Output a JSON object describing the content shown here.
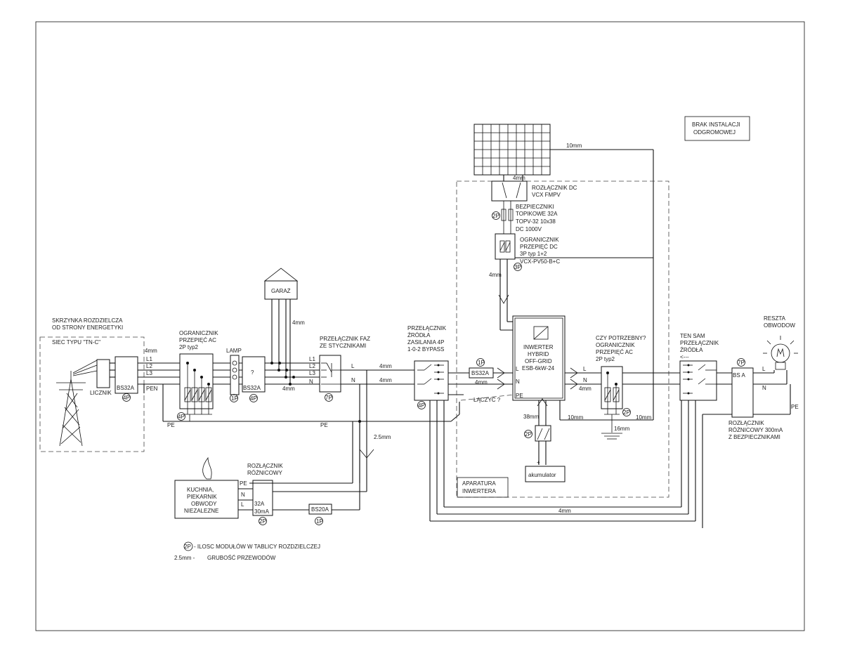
{
  "labels": {
    "skrzynka": [
      "SKRZYNKA ROZDZIELCZA",
      "OD STRONY ENERGETYKI"
    ],
    "siec": "SIEC TYPU \"TN-C\"",
    "licznik": "LICZNIK",
    "bs32a_main": "BS32A",
    "mod_4p_a": "4P",
    "mm4_main": "4mm",
    "l1": "L1",
    "l2": "L2",
    "l3": "L3",
    "pen": "PEN",
    "ogr_ac_main": [
      "OGRANICZNIK",
      "PRZEPIĘĆ  AC",
      "2P typ2"
    ],
    "mod_4p_b": "4P",
    "lamp": "LAMP",
    "mod_1p_a": "1P",
    "unknown_box": "?",
    "bs32a_b": "BS32A",
    "mod_4p_c": "4P",
    "garaz": "GARAŻ",
    "mm4_garaz": "4mm",
    "mm4_bus": "4mm",
    "przel_faz": [
      "PRZEŁĄCZNIK FAZ",
      "ZE STYCZNIKAMI"
    ],
    "sw_l1": "L1",
    "sw_l2": "L2",
    "sw_l3": "L3",
    "sw_n": "N",
    "mod_7p_a": "7P",
    "out_l": "L",
    "out_n": "N",
    "mm4_l": "4mm",
    "mm4_n": "4mm",
    "pe_a": "PE",
    "pe_b": "PE",
    "mm25": "2.5mm",
    "przel_zrodla": [
      "PRZEŁĄCZNIK",
      "ŹRÓDŁA",
      "ZASILANIA 4P",
      "1-0-2 BYPASS"
    ],
    "mod_4p_d": "4P",
    "mod_1p_b": "1P",
    "bs32a_c": "BS32A",
    "mm4_bs": "4mm",
    "laczyc": "ŁĄCZYĆ ?",
    "mm10_top": "10mm",
    "mm4_pv": "4mm",
    "rozl_dc": [
      "ROZŁĄCZNIK DC",
      "VCX FMPV"
    ],
    "mod_2p_a": "2P",
    "bezp": [
      "BEZPIECZNIKI",
      "TOPIKOWE 32A",
      "TOPV-32 10x38",
      "DC 1000V"
    ],
    "ogr_dc": [
      "OGRANICZNIK",
      "PRZEPIĘĆ  DC",
      "3P typ 1+2",
      "VCX-PV50-B+C"
    ],
    "mod_3p": "3P",
    "mm4_dc": "4mm",
    "inwerter": [
      "INWERTER",
      "HYBRID",
      "OFF-GRID",
      "ESB-6kW-24"
    ],
    "inv_l": "L",
    "inv_n": "N",
    "inv_pe": "PE",
    "mm4_inv": "4mm",
    "inv_out_l": "L",
    "inv_out_n": "N",
    "mm4_out": "4mm",
    "mm38": "38mm",
    "mod_2p_b": "2P",
    "akumulator": "akumulator",
    "aparatura": [
      "APARATURA",
      "INWERTERA"
    ],
    "mm10_a": "10mm",
    "mm10_b": "10mm",
    "mm16": "16mm",
    "czy_potrzebny": [
      "CZY POTRZEBNY?",
      "OGRANICZNIK",
      "PRZEPIĘĆ  AC",
      "2P typ2"
    ],
    "mod_2p_c": "2P",
    "brak": [
      "BRAK INSTALACJI",
      "ODGROMOWEJ"
    ],
    "ten_sam": [
      "TEN SAM",
      "PRZEŁĄCZNIK",
      "ŹRÓDŁA",
      "<---"
    ],
    "mod_7p_b": "7P",
    "bs_a": "BS   A",
    "rl": "L",
    "rn": "N",
    "rpe": "PE",
    "reszta": [
      "RESZTA",
      "OBWODOW"
    ],
    "rozl_300": [
      "ROZŁĄCZNIK",
      "RÓŻNICOWY 300mA",
      "Z BEZPIECZNIKAMI"
    ],
    "mm4_bottom": "4mm",
    "rozl_rozn": [
      "ROZŁĄCZNIK",
      "RÓŻNICOWY"
    ],
    "kuchnia": [
      "KUCHNIA,",
      "PIEKARNIK",
      "OBWODY",
      "NIEZALEZNE"
    ],
    "k_pe": "PE",
    "k_n": "N",
    "k_l": "L",
    "r32a": [
      "32A",
      "30mA"
    ],
    "mod_2p_d": "2P",
    "bs20a": "BS20A",
    "mod_1p_c": "1P"
  },
  "legend": {
    "module_symbol": "2P",
    "module_text": "-    ILOSC MODUŁÓW W TABLICY ROZDZIELCZEJ",
    "wire_symbol": "2.5mm -",
    "wire_text": "GRUBOŚĆ PRZEWODÓW"
  }
}
